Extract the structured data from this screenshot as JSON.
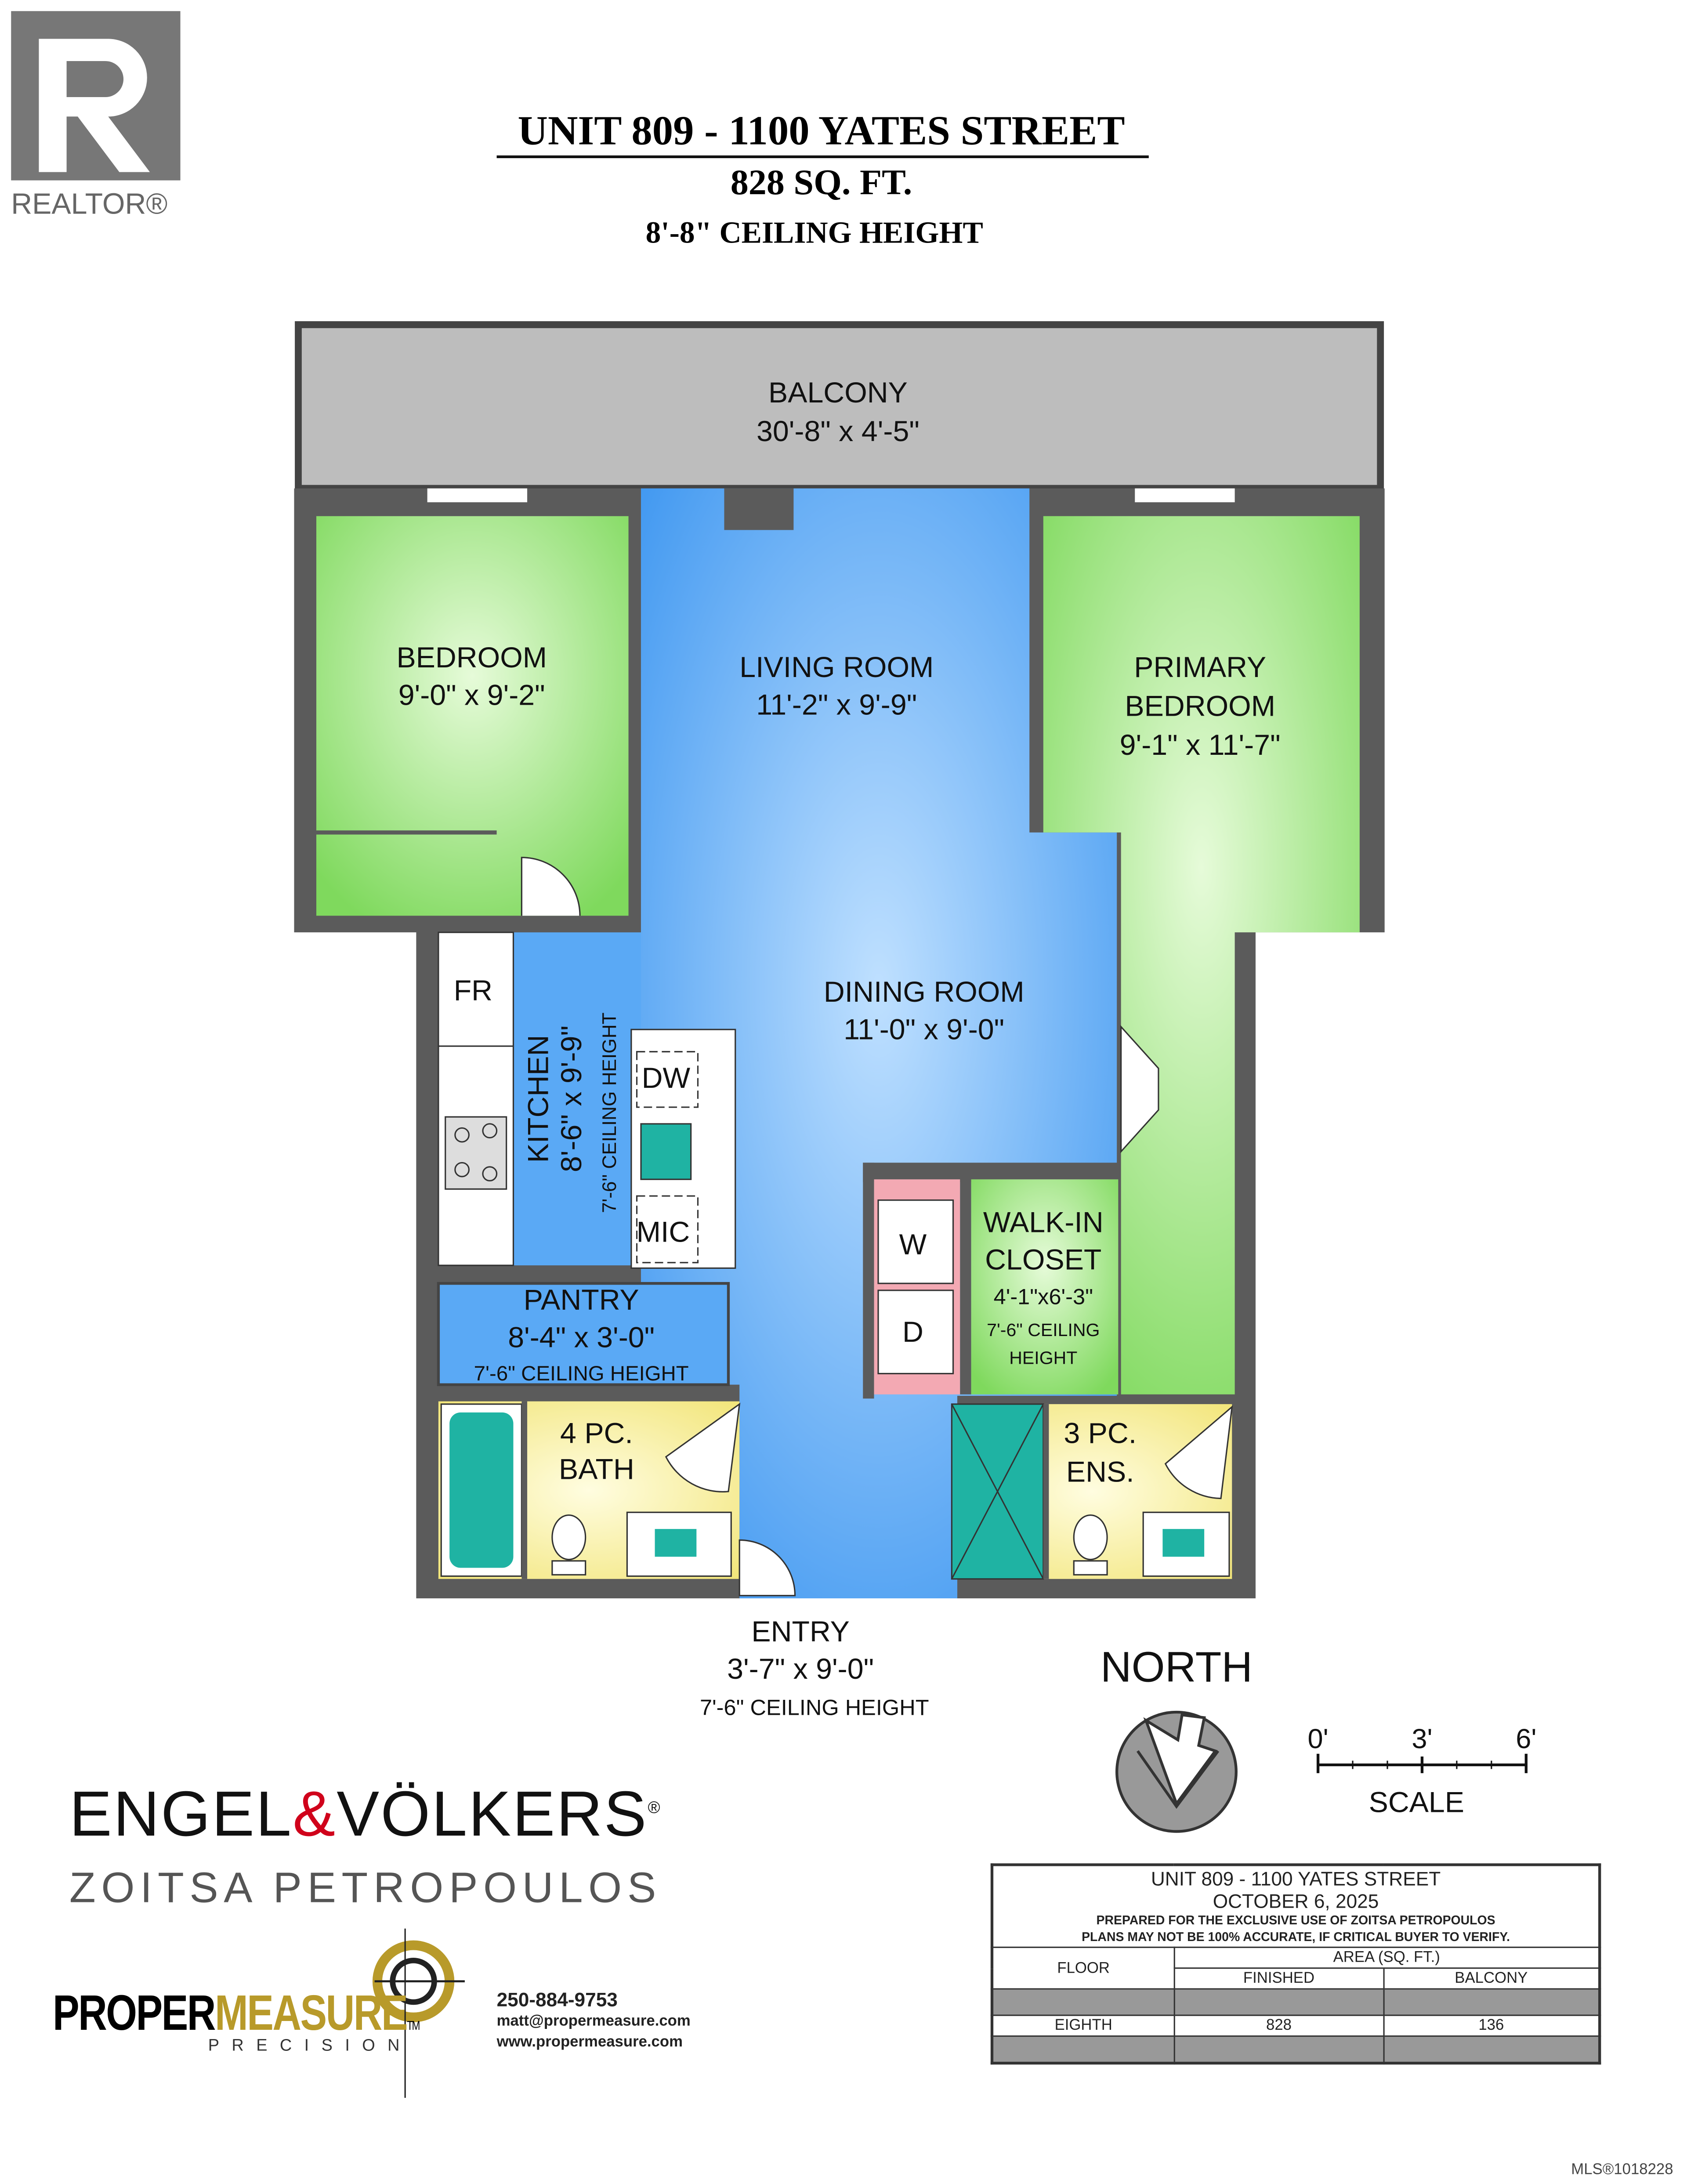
{
  "header": {
    "logo_text": "REALTOR®",
    "title": "UNIT 809 - 1100 YATES STREET",
    "area": "828 SQ. FT.",
    "ceiling": "8'-8\" CEILING HEIGHT"
  },
  "rooms": {
    "balcony": {
      "name": "BALCONY",
      "dims": "30'-8\" x 4'-5\""
    },
    "bedroom": {
      "name": "BEDROOM",
      "dims": "9'-0\" x 9'-2\""
    },
    "living": {
      "name": "LIVING ROOM",
      "dims": "11'-2\" x 9'-9\""
    },
    "primary": {
      "name1": "PRIMARY",
      "name2": "BEDROOM",
      "dims": "9'-1\" x 11'-7\""
    },
    "dining": {
      "name": "DINING ROOM",
      "dims": "11'-0\" x 9'-0\""
    },
    "kitchen": {
      "name": "KITCHEN",
      "dims": "8'-6\" x 9'-9\"",
      "ceiling": "7'-6\" CEILING HEIGHT"
    },
    "fridge": "FR",
    "dishwasher": "DW",
    "microwave": "MIC",
    "washer": "W",
    "dryer": "D",
    "walkin": {
      "name1": "WALK-IN",
      "name2": "CLOSET",
      "dims": "4'-1\"x6'-3\"",
      "ceiling1": "7'-6\" CEILING",
      "ceiling2": "HEIGHT"
    },
    "pantry": {
      "name": "PANTRY",
      "dims": "8'-4\" x 3'-0\"",
      "ceiling": "7'-6\" CEILING HEIGHT"
    },
    "bath": {
      "name1": "4 PC.",
      "name2": "BATH"
    },
    "ensuite": {
      "name1": "3 PC.",
      "name2": "ENS."
    },
    "entry": {
      "name": "ENTRY",
      "dims": "3'-7\" x 9'-0\"",
      "ceiling": "7'-6\" CEILING HEIGHT"
    }
  },
  "compass": {
    "label": "NORTH"
  },
  "scale": {
    "ticks": [
      "0'",
      "3'",
      "6'"
    ],
    "label": "SCALE"
  },
  "branding": {
    "ev_part1": "ENGEL",
    "ev_amp": "&",
    "ev_part2": "VÖLKERS",
    "ev_reg": "®",
    "agent": "ZOITSA PETROPOULOS",
    "pm_part1": "PROPER",
    "pm_part2": "MEASURE",
    "pm_tm": "TM",
    "pm_sub": "PRECISION",
    "phone": "250-884-9753",
    "email": "matt@propermeasure.com",
    "web": "www.propermeasure.com"
  },
  "info_table": {
    "title": "UNIT 809 - 1100 YATES STREET",
    "date": "OCTOBER 6, 2025",
    "note1": "PREPARED FOR THE EXCLUSIVE USE OF ZOITSA PETROPOULOS",
    "note2": "PLANS MAY NOT BE 100% ACCURATE, IF CRITICAL BUYER TO VERIFY.",
    "col_floor": "FLOOR",
    "col_area": "AREA (SQ. FT.)",
    "col_finished": "FINISHED",
    "col_balcony": "BALCONY",
    "rows": [
      {
        "floor": "EIGHTH",
        "finished": "828",
        "balcony": "136"
      }
    ]
  },
  "footer": {
    "mls": "MLS®1018228"
  },
  "colors": {
    "wall": "#5b5b5b",
    "green": "#8ee070",
    "blue": "#5aa9f5",
    "yellow": "#f7ef9a",
    "pink": "#f3a9b3",
    "teal": "#1fb3a3",
    "balcony": "#bdbdbd",
    "ev_red": "#d0021b",
    "pm_gold": "#b89a2a"
  }
}
